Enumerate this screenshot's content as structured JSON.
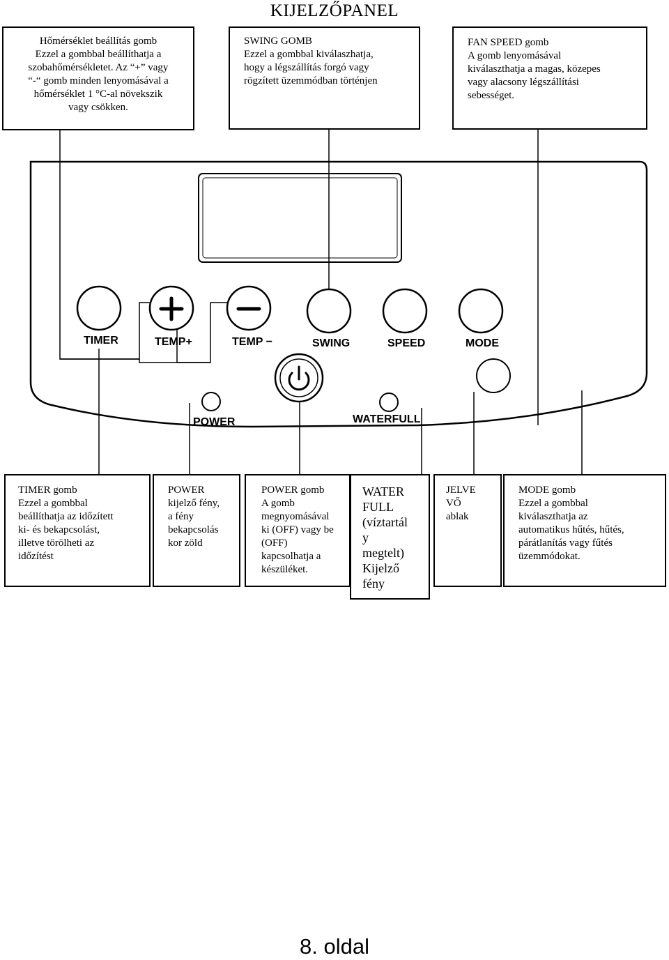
{
  "title": "KIJELZŐPANEL",
  "callouts_top": {
    "temp": "Hőmérséklet beállítás gomb\nEzzel a gombbal beállíthatja a\nszobahőmérsékletet. Az “+” vagy\n“-“ gomb minden lenyomásával a\nhőmérséklet 1 °C-al növekszik\nvagy csökken.",
    "swing": "SWING GOMB\nEzzel a gombbal kiválaszhatja,\nhogy a légszállítás forgó vagy\nrögzített üzemmódban történjen",
    "fan": "FAN SPEED gomb\nA gomb lenyomásával\nkiválaszthatja a magas, közepes\nvagy alacsony légszállítási\nsebességet."
  },
  "callouts_bottom": {
    "timer": "TIMER gomb\nEzzel a gombbal\nbeállíthatja az időzített\nki- és bekapcsolást,\nilletve törölheti az\nidőzítést",
    "power_light": "POWER\nkijelző fény,\na fény\nbekapcsolás\nkor zöld",
    "power_button": "POWER gomb\nA gomb\nmegnyomásával\nki (OFF) vagy be\n(OFF)\nkapcsolhatja a\nkészüléket.",
    "water_full": "WATER\nFULL\n(víztartál\ny\nmegtelt)\nKijelző\nfény",
    "sensor": "JELVE\nVŐ\nablak",
    "mode": "MODE gomb\nEzzel a gombbal\nkiválaszthatja az\nautomatikus hűtés, hűtés,\npárátlanítás vagy fűtés\nüzemmódokat."
  },
  "panel_labels": {
    "timer": "TIMER",
    "temp_plus": "TEMP+",
    "temp_minus": "TEMP −",
    "swing": "SWING",
    "speed": "SPEED",
    "mode": "MODE",
    "power": "POWER",
    "waterfull": "WATERFULL",
    "plus_glyph": "+"
  },
  "page_number": "8. oldal"
}
